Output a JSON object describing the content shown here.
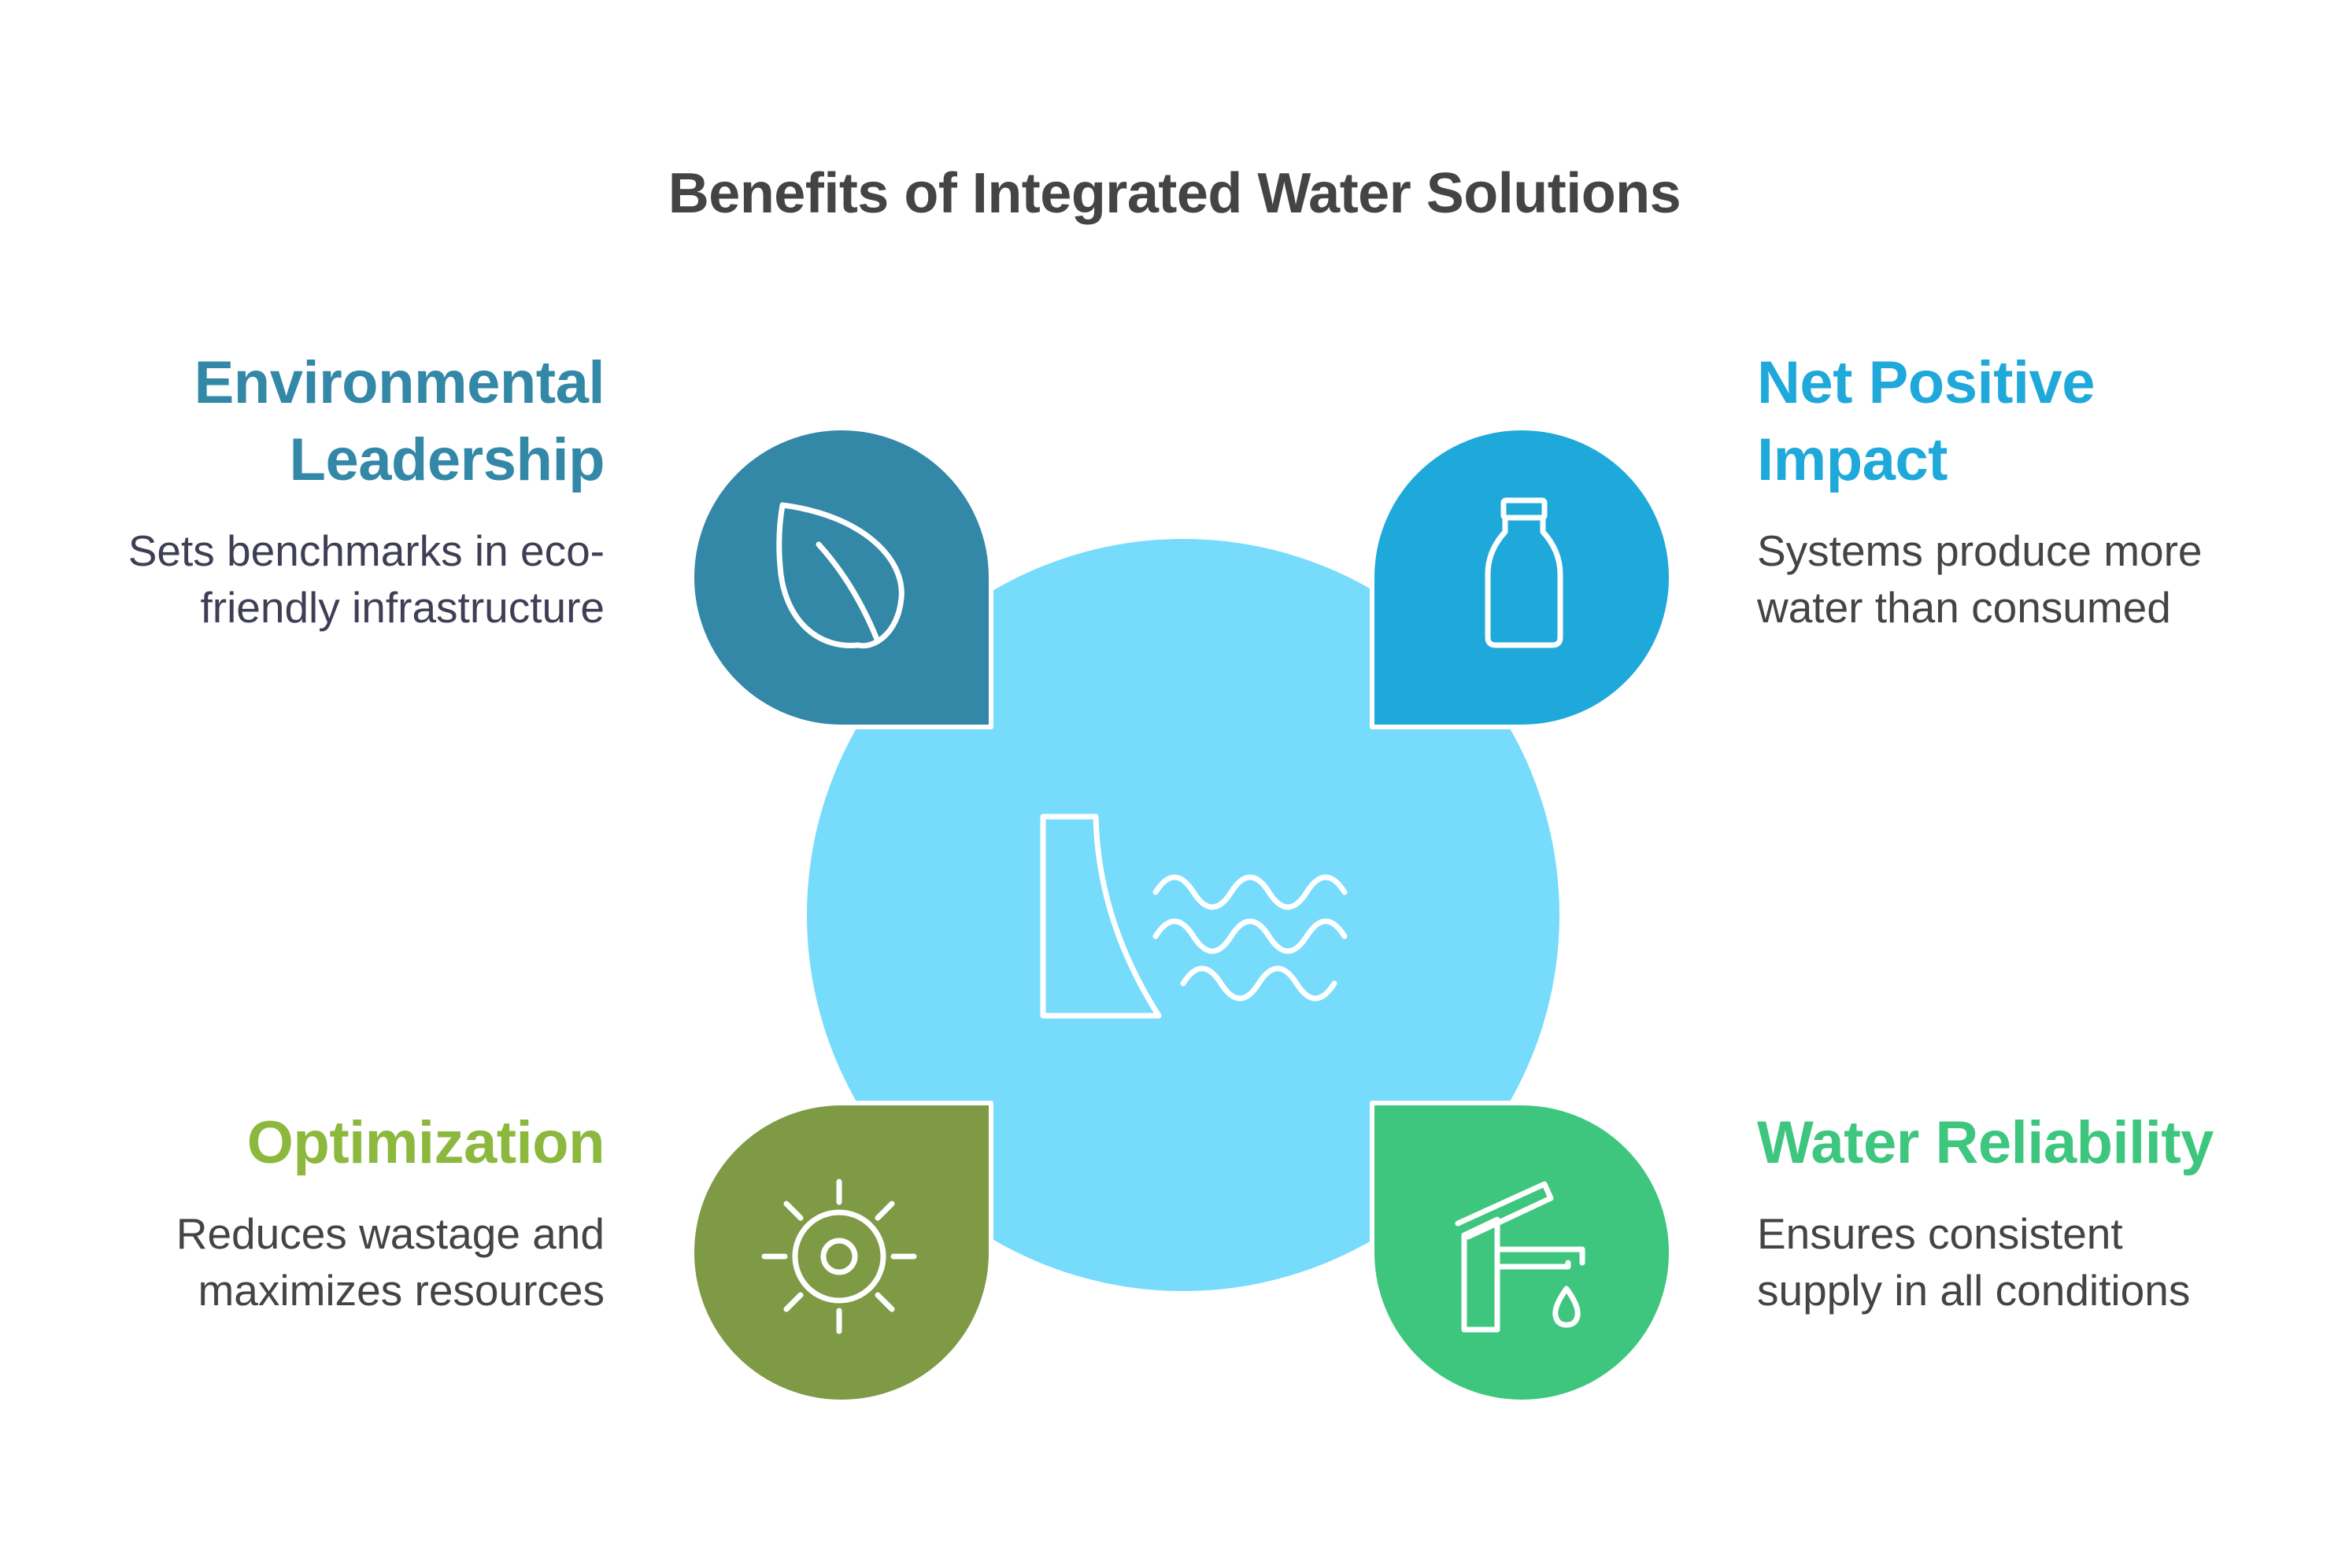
{
  "title": "Benefits of Integrated Water Solutions",
  "colors": {
    "center": "#77dbfc",
    "environmental": "#3387a7",
    "netpositive": "#1fa9da",
    "optimization": "#7e9a45",
    "reliability": "#3ec67f",
    "title_text": "#444444",
    "desc_left_top": "#3e3e55",
    "desc_other": "#444444"
  },
  "center": {
    "icon": "dam-water-icon"
  },
  "items": {
    "environmental": {
      "title": "Environmental\nLeadership",
      "description": "Sets benchmarks in eco-\nfriendly infrastructure",
      "icon": "leaf-icon"
    },
    "netpositive": {
      "title": "Net Positive\nImpact",
      "description": "Systems produce more\nwater than consumed",
      "icon": "bottle-icon"
    },
    "optimization": {
      "title": "Optimization",
      "description": "Reduces wastage and\nmaximizes resources",
      "icon": "sun-gear-icon"
    },
    "reliability": {
      "title": "Water Reliability",
      "description": "Ensures consistent\nsupply in all conditions",
      "icon": "faucet-icon"
    }
  }
}
